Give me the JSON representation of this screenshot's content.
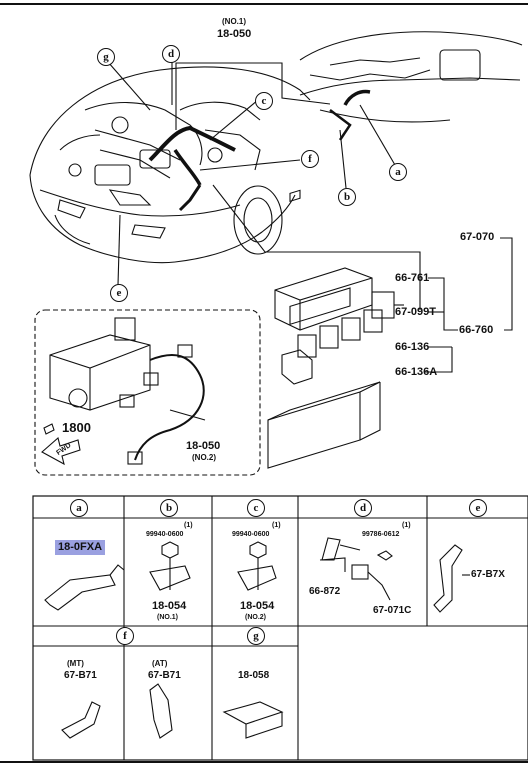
{
  "top_diagram": {
    "callouts": {
      "a": "a",
      "b": "b",
      "c": "c",
      "d": "d",
      "e": "e",
      "f": "f",
      "g": "g"
    },
    "main_harness": {
      "qualifier": "(NO.1)",
      "part": "18-050"
    },
    "fuse_block": {
      "assembly": "67-070",
      "cover": "66-761",
      "relay": "67-099T",
      "box": "66-760",
      "fuse": "66-136",
      "fuse_a": "66-136A"
    },
    "inset": {
      "torque_ref": "1800",
      "fwd": "FWD",
      "harness_part": "18-050",
      "harness_qualifier": "(NO.2)"
    }
  },
  "parts_table": {
    "row1": [
      {
        "key": "a",
        "part": "18-0FXA",
        "highlighted": true
      },
      {
        "key": "b",
        "qty": "(1)",
        "bolt": "99940-0600",
        "part": "18-054",
        "qualifier": "(NO.1)"
      },
      {
        "key": "c",
        "qty": "(1)",
        "bolt": "99940-0600",
        "part": "18-054",
        "qualifier": "(NO.2)"
      },
      {
        "key": "d",
        "qty": "(1)",
        "bolt": "99786-0612",
        "part_left": "66-872",
        "part_right": "67-071C"
      },
      {
        "key": "e",
        "part": "67-B7X"
      }
    ],
    "row2": [
      {
        "key": "f",
        "variants": [
          {
            "qualifier": "(MT)",
            "part": "67-B71"
          },
          {
            "qualifier": "(AT)",
            "part": "67-B71"
          }
        ]
      },
      {
        "key": "g",
        "part": "18-058"
      }
    ]
  },
  "colors": {
    "highlight": "#9aa0e0",
    "ink": "#111111"
  }
}
